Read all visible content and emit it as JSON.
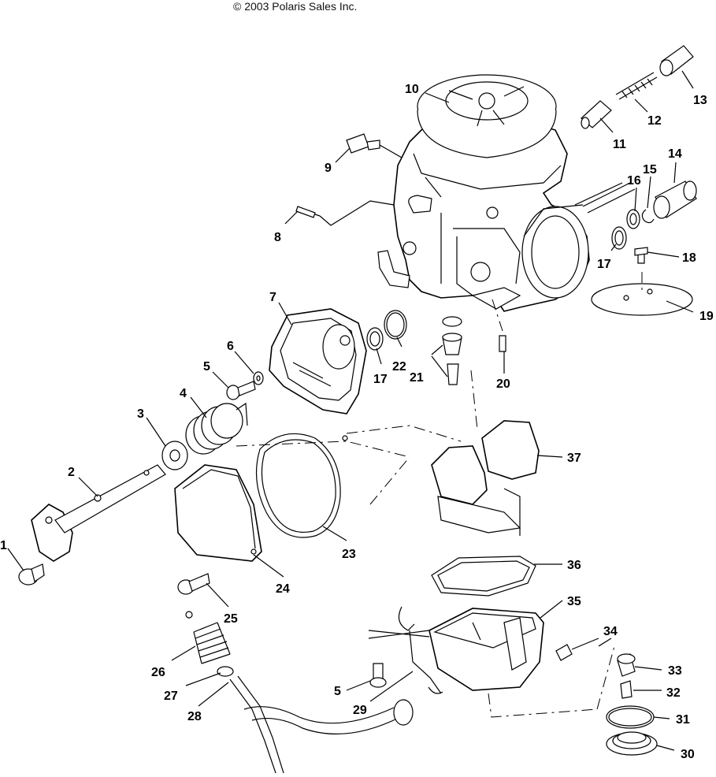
{
  "copyright": "© 2003 Polaris Sales Inc.",
  "callouts": [
    {
      "id": "c1",
      "label": "1"
    },
    {
      "id": "c2",
      "label": "2"
    },
    {
      "id": "c3",
      "label": "3"
    },
    {
      "id": "c4",
      "label": "4"
    },
    {
      "id": "c5a",
      "label": "5"
    },
    {
      "id": "c6",
      "label": "6"
    },
    {
      "id": "c7",
      "label": "7"
    },
    {
      "id": "c8",
      "label": "8"
    },
    {
      "id": "c9",
      "label": "9"
    },
    {
      "id": "c10",
      "label": "10"
    },
    {
      "id": "c11",
      "label": "11"
    },
    {
      "id": "c12",
      "label": "12"
    },
    {
      "id": "c13",
      "label": "13"
    },
    {
      "id": "c14",
      "label": "14"
    },
    {
      "id": "c15",
      "label": "15"
    },
    {
      "id": "c16",
      "label": "16"
    },
    {
      "id": "c17a",
      "label": "17"
    },
    {
      "id": "c17b",
      "label": "17"
    },
    {
      "id": "c18",
      "label": "18"
    },
    {
      "id": "c19",
      "label": "19"
    },
    {
      "id": "c20",
      "label": "20"
    },
    {
      "id": "c21",
      "label": "21"
    },
    {
      "id": "c22",
      "label": "22"
    },
    {
      "id": "c23",
      "label": "23"
    },
    {
      "id": "c24",
      "label": "24"
    },
    {
      "id": "c25",
      "label": "25"
    },
    {
      "id": "c26",
      "label": "26"
    },
    {
      "id": "c27",
      "label": "27"
    },
    {
      "id": "c28",
      "label": "28"
    },
    {
      "id": "c5b",
      "label": "5"
    },
    {
      "id": "c29",
      "label": "29"
    },
    {
      "id": "c30",
      "label": "30"
    },
    {
      "id": "c31",
      "label": "31"
    },
    {
      "id": "c32",
      "label": "32"
    },
    {
      "id": "c33",
      "label": "33"
    },
    {
      "id": "c34",
      "label": "34"
    },
    {
      "id": "c35",
      "label": "35"
    },
    {
      "id": "c36",
      "label": "36"
    },
    {
      "id": "c37",
      "label": "37"
    }
  ]
}
